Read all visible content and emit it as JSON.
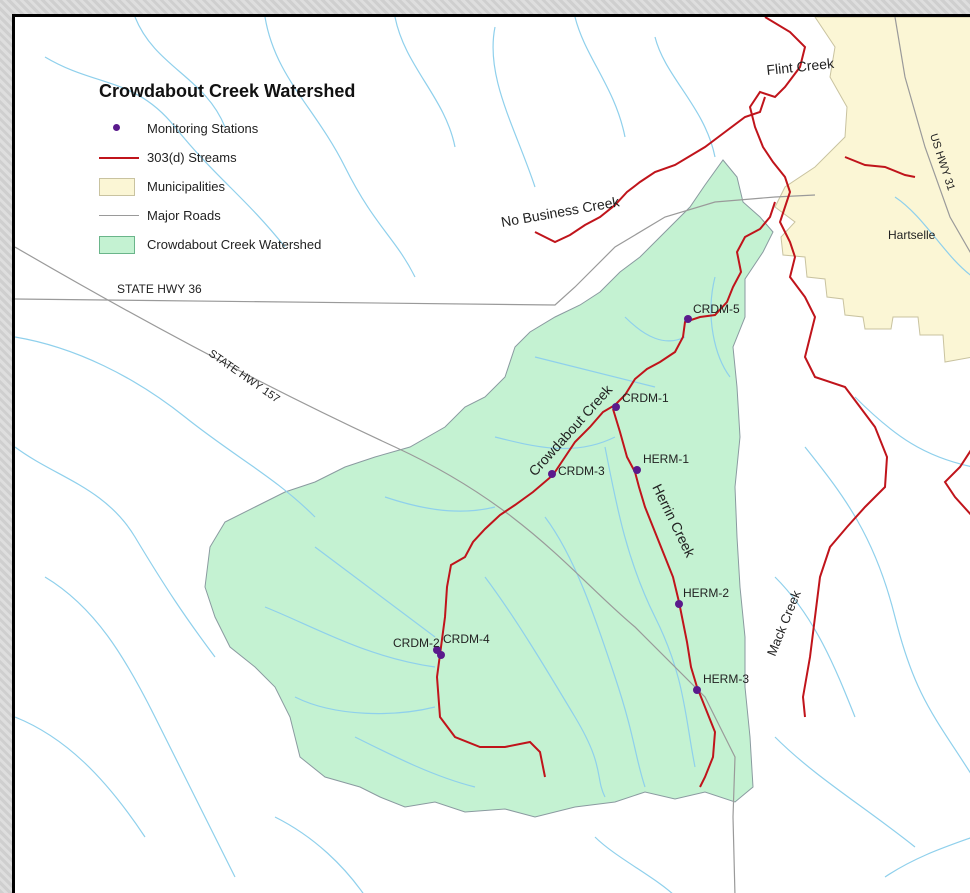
{
  "map": {
    "title": "Crowdabout Creek Watershed",
    "colors": {
      "watershed_fill": "#c4f2d2",
      "municipality_fill": "#fbf6d5",
      "impaired_stream": "#c0141b",
      "tributary": "#8fd0ec",
      "road": "#9a9a9a",
      "station": "#5a1a8c"
    }
  },
  "legend": {
    "items": [
      {
        "label": "Monitoring Stations",
        "symbol": "purple-dot"
      },
      {
        "label": "303(d) Streams",
        "symbol": "red-line"
      },
      {
        "label": "Municipalities",
        "symbol": "yellow-box"
      },
      {
        "label": "Major Roads",
        "symbol": "grey-line"
      },
      {
        "label": "Crowdabout Creek Watershed",
        "symbol": "green-box"
      }
    ]
  },
  "roads": {
    "hwy36": "STATE HWY 36",
    "hwy157": "STATE HWY 157",
    "us31": "US HWY 31"
  },
  "places": {
    "hartselle": "Hartselle"
  },
  "streams": {
    "flint": "Flint Creek",
    "no_business": "No Business Creek",
    "crowdabout": "Crowdabout Creek",
    "herrin": "Herrin Creek",
    "mack": "Mack Creek"
  },
  "stations": {
    "crdm5": "CRDM-5",
    "crdm1": "CRDM-1",
    "crdm3": "CRDM-3",
    "herm1": "HERM-1",
    "herm2": "HERM-2",
    "herm3": "HERM-3",
    "crdm2": "CRDM-2",
    "crdm4": "CRDM-4"
  }
}
